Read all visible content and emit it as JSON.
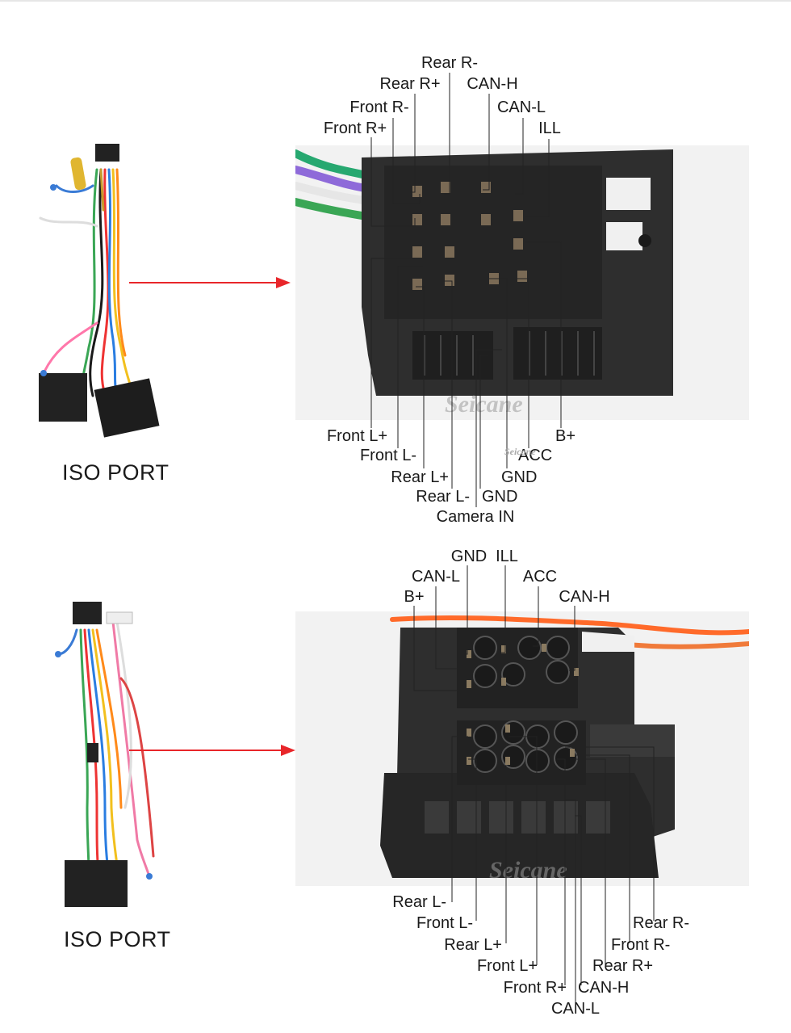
{
  "port_a": {
    "caption": "ISO PORT",
    "watermark": "Seicane",
    "small_watermark": "Seicane",
    "top_labels": [
      "Rear R-",
      "Rear R+",
      "CAN-H",
      "Front R-",
      "CAN-L",
      "Front R+",
      "ILL"
    ],
    "bottom_labels": [
      "Front L+",
      "B+",
      "Front L-",
      "ACC",
      "Rear L+",
      "GND",
      "Rear L-",
      "GND",
      "Camera IN"
    ]
  },
  "port_b": {
    "caption": "ISO PORT",
    "watermark": "Seicane",
    "top_labels": [
      "GND",
      "ILL",
      "CAN-L",
      "ACC",
      "B+",
      "CAN-H"
    ],
    "bottom_labels": [
      "Rear L-",
      "Front L-",
      "Rear R-",
      "Rear L+",
      "Front R-",
      "Front L+",
      "Rear R+",
      "Front R+",
      "CAN-H",
      "CAN-L"
    ]
  },
  "colors": {
    "arrow": "#e8262a",
    "leader": "#222222",
    "connector": "#2b2b2b",
    "background": "#ffffff"
  }
}
